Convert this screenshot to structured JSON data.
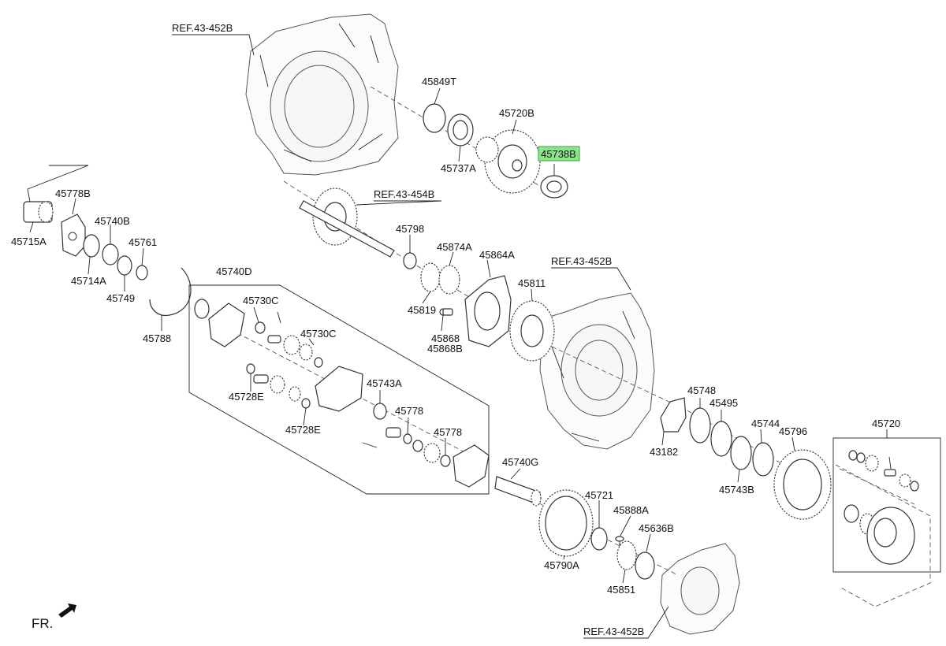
{
  "colors": {
    "highlight": "#8fe38f",
    "line": "#222222"
  },
  "refs": {
    "ref_top_left": "REF.43-452B",
    "ref_shaft": "REF.43-454B",
    "ref_mid_right": "REF.43-452B",
    "ref_bottom": "REF.43-452B"
  },
  "parts": {
    "p45849T": "45849T",
    "p45720B": "45720B",
    "p45738B": "45738B",
    "p45737A": "45737A",
    "p45778B": "45778B",
    "p45740B": "45740B",
    "p45761": "45761",
    "p45715A": "45715A",
    "p45714A": "45714A",
    "p45749": "45749",
    "p45788": "45788",
    "p45798": "45798",
    "p45874A": "45874A",
    "p45864A": "45864A",
    "p45811": "45811",
    "p45819": "45819",
    "p45868": "45868",
    "p45868B": "45868B",
    "p45740D": "45740D",
    "p45730C_a": "45730C",
    "p45730C_b": "45730C",
    "p45728E_a": "45728E",
    "p45728E_b": "45728E",
    "p45743A": "45743A",
    "p45778_a": "45778",
    "p45778_b": "45778",
    "p45748": "45748",
    "p45495": "45495",
    "p45744": "45744",
    "p45796": "45796",
    "p43182": "43182",
    "p45743B": "45743B",
    "p45720": "45720",
    "p45740G": "45740G",
    "p45721": "45721",
    "p45888A": "45888A",
    "p45636B": "45636B",
    "p45790A": "45790A",
    "p45851": "45851"
  },
  "direction": {
    "label": "FR.",
    "icon": "arrow-icon"
  }
}
